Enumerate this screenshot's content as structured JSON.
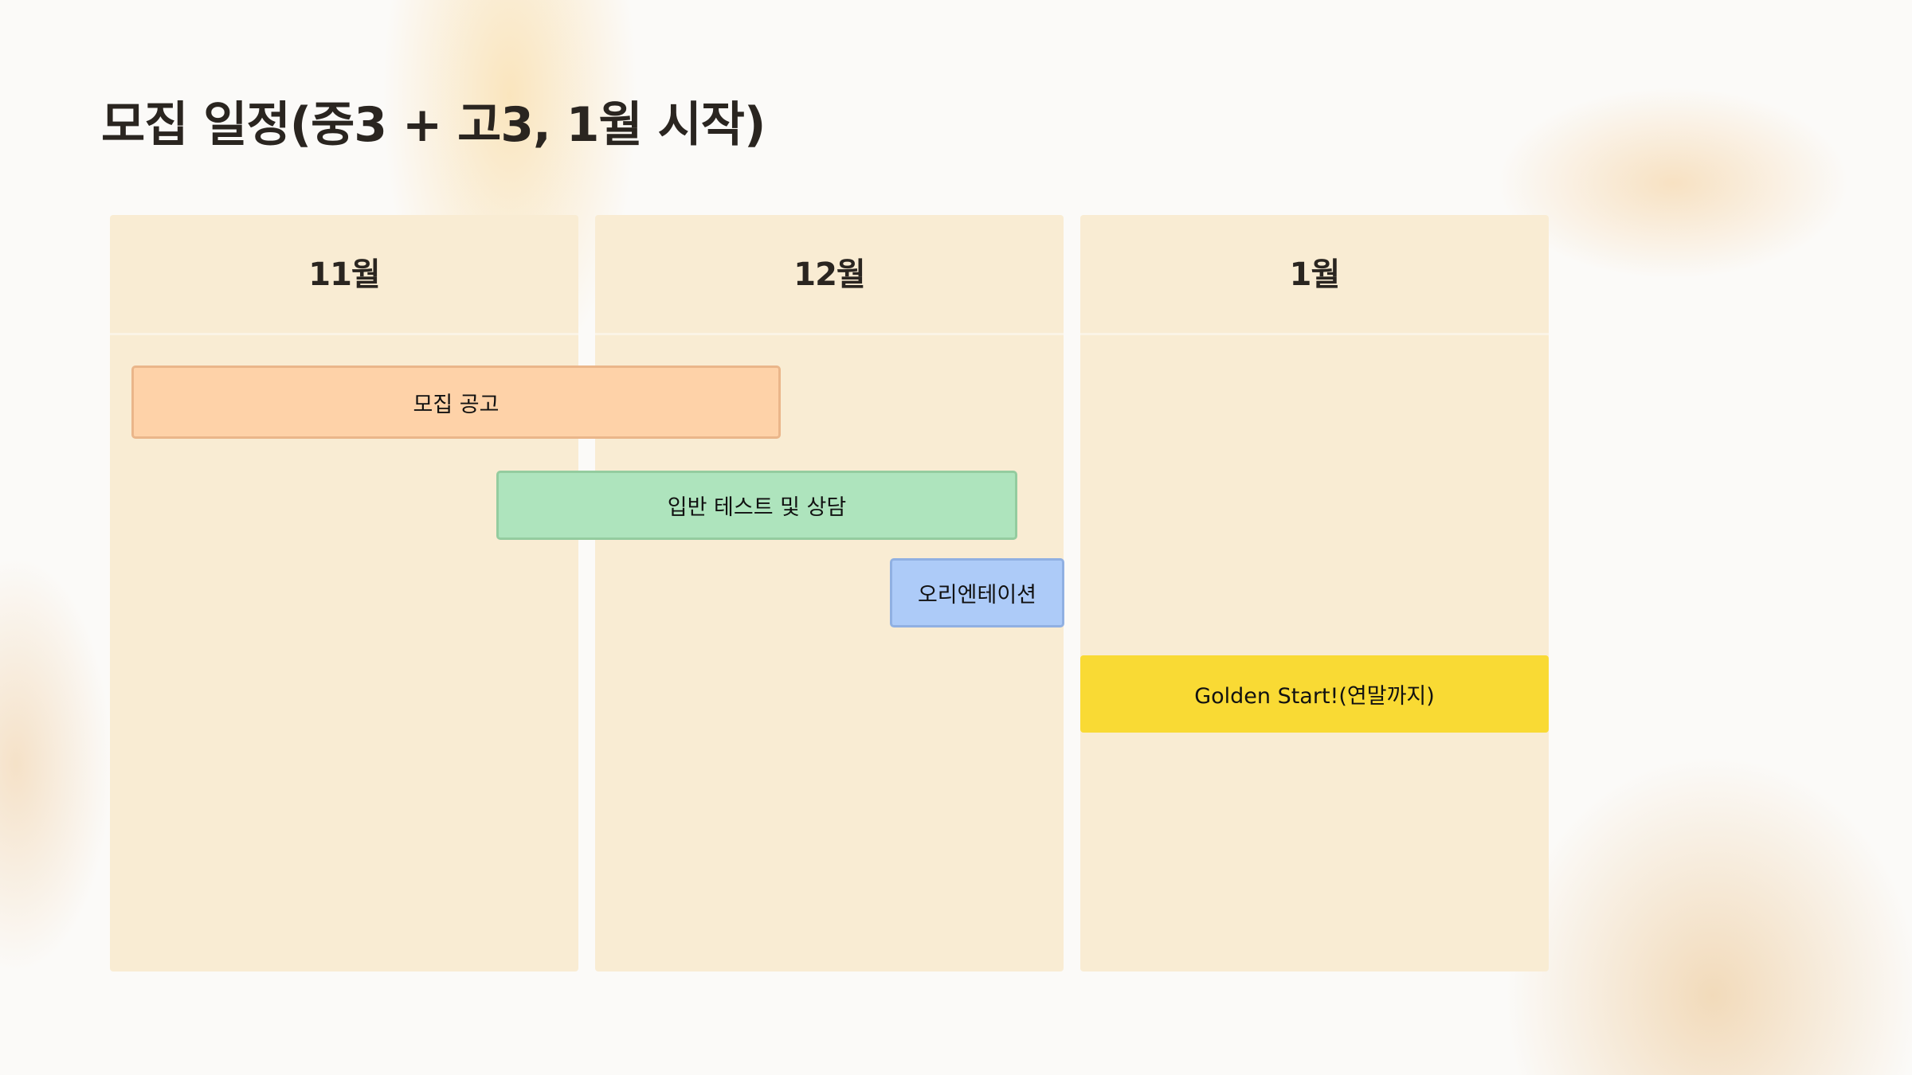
{
  "title": "모집 일정(중3 + 고3, 1월 시작)",
  "months": [
    "11월",
    "12월",
    "1월"
  ],
  "events": [
    {
      "label": "모집 공고",
      "color": "#fed2a8"
    },
    {
      "label": "입반 테스트 및 상담",
      "color": "#aee4bd"
    },
    {
      "label": "오리엔테이션",
      "color": "#adcbf8"
    },
    {
      "label": "Golden Start!(연말까지)",
      "color": "#f9da34"
    }
  ]
}
